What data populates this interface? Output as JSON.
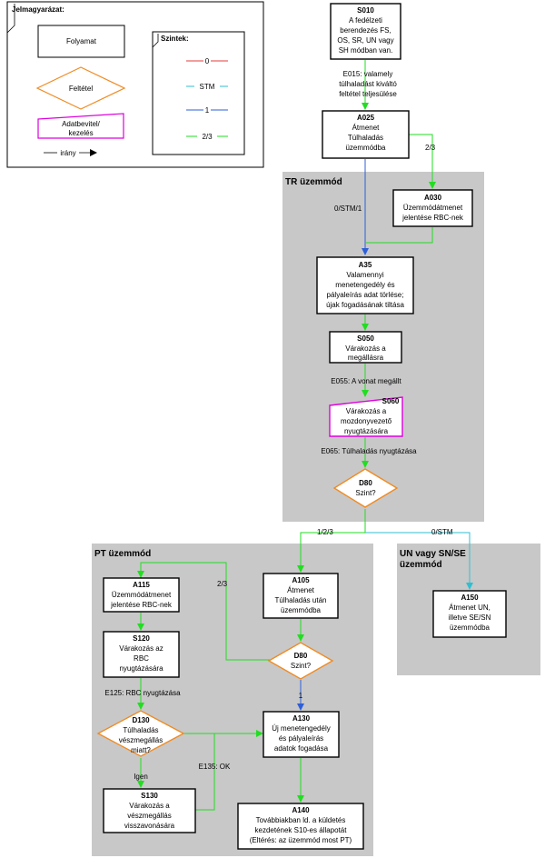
{
  "colors": {
    "level0": "#e23b3b",
    "stm": "#2fbfd1",
    "level1": "#2e5fd9",
    "level23": "#22dd22",
    "decision_border": "#f08a22",
    "input_border": "#dd00dd",
    "region_fill": "#c8c8c8"
  },
  "legend": {
    "title": "Jelmagyarázat:",
    "process": "Folyamat",
    "condition": "Feltétel",
    "input_lines": [
      "Adatbevitel/",
      "kezelés"
    ],
    "direction": "irány",
    "levels_title": "Szintek:",
    "levels": [
      {
        "label": "0",
        "color": "level0"
      },
      {
        "label": "STM",
        "color": "stm"
      },
      {
        "label": "1",
        "color": "level1"
      },
      {
        "label": "2/3",
        "color": "level23"
      }
    ]
  },
  "regions": {
    "tr": "TR üzemmód",
    "pt": "PT üzemmód",
    "un": [
      "UN vagy SN/SE",
      "üzemmód"
    ]
  },
  "nodes": {
    "S010": {
      "id": "S010",
      "lines": [
        "A fedélzeti",
        "berendezés FS,",
        "OS, SR, UN vagy",
        "SH módban van."
      ]
    },
    "A025": {
      "id": "A025",
      "lines": [
        "Átmenet",
        "Túlhaladás",
        "üzemmódba"
      ]
    },
    "A030": {
      "id": "A030",
      "lines": [
        "Üzemmódátmenet",
        "jelentése RBC-nek"
      ]
    },
    "A35": {
      "id": "A35",
      "lines": [
        "Valamennyi",
        "menetengedély és",
        "pályaleírás adat törlése;",
        "újak fogadásának tiltása"
      ]
    },
    "S050": {
      "id": "S050",
      "lines": [
        "Várakozás a",
        "megállásra"
      ]
    },
    "S060": {
      "id": "S060",
      "lines": [
        "Várakozás a",
        "mozdonyvezető",
        "nyugtázására"
      ]
    },
    "D80": {
      "id": "D80",
      "lines": [
        "Szint?"
      ]
    },
    "A115": {
      "id": "A115",
      "lines": [
        "Üzemmódátmenet",
        "jelentése RBC-nek"
      ]
    },
    "A105": {
      "id": "A105",
      "lines": [
        "Átmenet",
        "Túlhaladás után",
        "üzemmódba"
      ]
    },
    "A150": {
      "id": "A150",
      "lines": [
        "Átmenet UN,",
        "illetve SE/SN",
        "üzemmódba"
      ]
    },
    "S120": {
      "id": "S120",
      "lines": [
        "Várakozás az",
        "RBC",
        "nyugtázására"
      ]
    },
    "D80b": {
      "id": "D80",
      "lines": [
        "Szint?"
      ]
    },
    "D130": {
      "id": "D130",
      "lines": [
        "Túlhaladás",
        "vészmegállás",
        "miatt?"
      ]
    },
    "A130": {
      "id": "A130",
      "lines": [
        "Új menetengedély",
        "és pályaleírás",
        "adatok fogadása"
      ]
    },
    "S130": {
      "id": "S130",
      "lines": [
        "Várakozás a",
        "vészmegállás",
        "visszavonására"
      ]
    },
    "A140": {
      "id": "A140",
      "lines": [
        "Továbbiakban ld. a küldetés",
        "kezdetének S10-es állapotát",
        "(Eltérés: az üzemmód most PT)"
      ]
    }
  },
  "edge_labels": {
    "e015": [
      "E015: valamely",
      "túlhaladást kiváltó",
      "feltétel teljesülése"
    ],
    "a025_right": "2/3",
    "a025_down": "0/STM/1",
    "e055": "E055: A vonat megállt",
    "e065": "E065: Túlhaladás nyugtázása",
    "d80_left": "1/2/3",
    "d80_right": "0/STM",
    "d80b_up": "2/3",
    "d80b_down": "1",
    "e125": "E125: RBC nyugtázása",
    "igen": "Igen",
    "e135": "E135: OK"
  }
}
